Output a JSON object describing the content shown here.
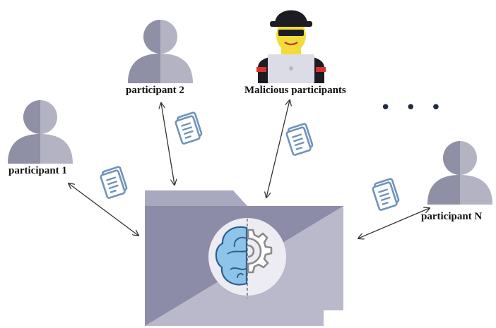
{
  "participants": {
    "p1": "participant 1",
    "p2": "participant 2",
    "malicious": "Malicious participants",
    "pn": "participant N"
  },
  "more_indicator": "• • •",
  "icons": [
    "user-icon",
    "hacker-icon",
    "document-icon",
    "folder-icon",
    "brain-icon",
    "gear-icon"
  ],
  "colors": {
    "person_dark": "#8f8fa6",
    "person_light": "#b4b3c4",
    "folder_dark": "#8c8ca8",
    "folder_light": "#b9b9cb",
    "doc_blue": "#6f94b8",
    "brain_blue": "#8ec3ea",
    "arrow": "#333333",
    "hacker_face": "#f2dc3c",
    "hacker_stripe": "#d6322b"
  }
}
